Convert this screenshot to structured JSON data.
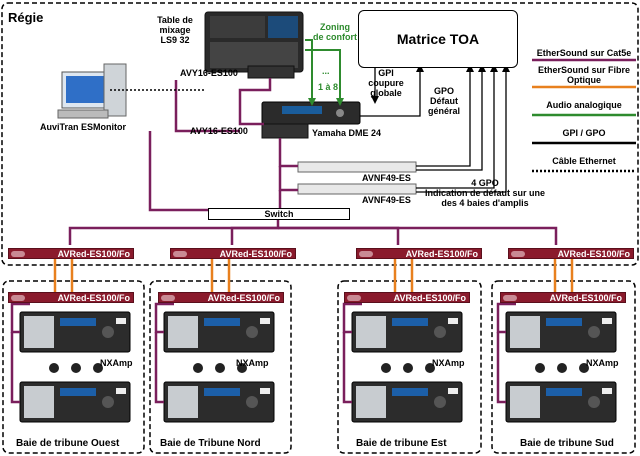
{
  "title": "Régie",
  "matrix_label": "Matrice TOA",
  "switch_label": "Switch",
  "console": {
    "name": "Table de mixage LS9 32",
    "lines": [
      "Table de",
      "mixage",
      "LS9 32"
    ],
    "card": "AVY16-ES100"
  },
  "monitor_label": "AuviTran ESMonitor",
  "dme": {
    "card": "AVY16-ES100",
    "name": "Yamaha DME 24"
  },
  "zoning": {
    "lines": [
      "Zoning",
      "de confort"
    ],
    "range": "1 à 8",
    "dots": "..."
  },
  "gpi": {
    "lines": [
      "GPI",
      "coupure",
      "globale"
    ]
  },
  "gpo_default": {
    "lines": [
      "GPO",
      "Défaut",
      "général"
    ]
  },
  "avnf": [
    "AVNF49-ES",
    "AVNF49-ES"
  ],
  "gpo4": {
    "lines": [
      "4 GPO",
      "Indication de défaut sur une",
      "des 4 baies d'amplis"
    ]
  },
  "avred_label": "AVRed-ES100/Fo",
  "nxamp_label": "NXAmp",
  "bays": [
    "Baie de tribune Ouest",
    "Baie de Tribune Nord",
    "Baie de tribune Est",
    "Baie de tribune Sud"
  ],
  "legend": [
    {
      "label": "EtherSound sur Cat5e",
      "color": "#7a1f5c"
    },
    {
      "label": "EtherSound sur Fibre Optique",
      "color": "#e8801e"
    },
    {
      "label": "Audio analogique",
      "color": "#2e8b2e"
    },
    {
      "label": "GPI / GPO",
      "color": "#000000"
    },
    {
      "label": "Câble Ethernet",
      "color": "#000000"
    }
  ],
  "colors": {
    "cat5e": "#7a1f5c",
    "fiber": "#e8801e",
    "analog": "#2e8b2e",
    "gpio": "#000000",
    "avred": "#8a1a2c"
  }
}
